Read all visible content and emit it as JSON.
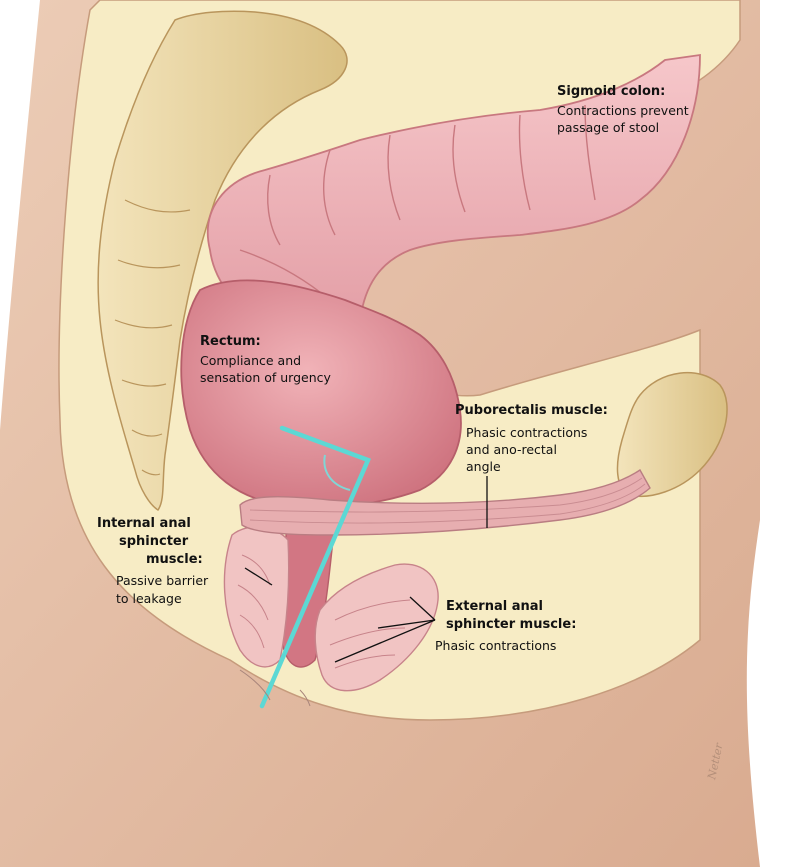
{
  "labels": {
    "sigmoid": {
      "title": "Sigmoid colon:",
      "desc1": "Contractions prevent",
      "desc2": "passage of stool"
    },
    "rectum": {
      "title": "Rectum:",
      "desc1": "Compliance and",
      "desc2": "sensation of urgency"
    },
    "puborectalis": {
      "title": "Puborectalis muscle:",
      "desc1": "Phasic contractions",
      "desc2": "and ano-rectal",
      "desc3": "angle"
    },
    "internal_sphincter": {
      "title1": "Internal anal",
      "title2": "sphincter",
      "title3": "muscle:",
      "desc1": "Passive barrier",
      "desc2": "to leakage"
    },
    "external_sphincter": {
      "title1": "External anal",
      "title2": "sphincter muscle:",
      "desc1": "Phasic contractions"
    }
  },
  "colors": {
    "skin": "#e6c0a6",
    "cavity": "#f7ecc5",
    "bone": "#ead7a4",
    "colon": "#eba7ad",
    "rectum": "#df8c95",
    "muscle": "#e7aeb0",
    "angle_line": "#5cd8d4"
  },
  "signature": "Netter"
}
